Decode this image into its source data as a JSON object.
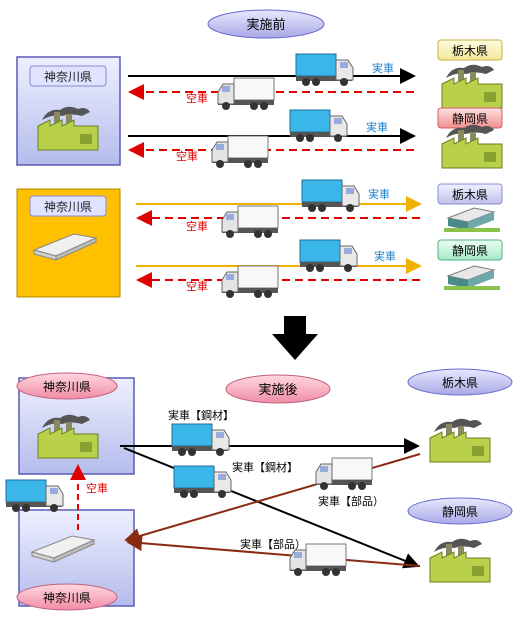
{
  "before": {
    "title": "実施前",
    "origin_factory": {
      "prefecture": "神奈川県"
    },
    "origin_warehouse": {
      "prefecture": "神奈川県"
    },
    "destinations": [
      {
        "prefecture": "栃木県"
      },
      {
        "prefecture": "静岡県"
      },
      {
        "prefecture": "栃木県"
      },
      {
        "prefecture": "静岡県"
      }
    ],
    "loaded_label": "実車",
    "empty_label": "空車"
  },
  "after": {
    "title": "実施後",
    "origin_factory": {
      "prefecture": "神奈川県"
    },
    "origin_warehouse": {
      "prefecture": "神奈川県"
    },
    "dest_tochigi": "栃木県",
    "dest_shizuoka": "静岡県",
    "empty_label": "空車",
    "route_steel_1": "実車【鋼材】",
    "route_steel_2": "実車【鋼材】",
    "route_parts_1": "実車【部品）",
    "route_parts_2": "実車【部品）"
  },
  "colors": {
    "oval_fill": "#c4c4ee",
    "oval_border": "#6a6ad0",
    "pink_oval": "#f7b4c4",
    "panel_fill": "#c8cdf2",
    "orange_panel": "#ffc000",
    "loaded_arrow": "#000000",
    "empty_arrow": "#e00000",
    "orange_arrow": "#f0b000",
    "brown_arrow": "#8b2a12",
    "label_blue": "#1e7fc8",
    "label_red": "#e00000"
  }
}
